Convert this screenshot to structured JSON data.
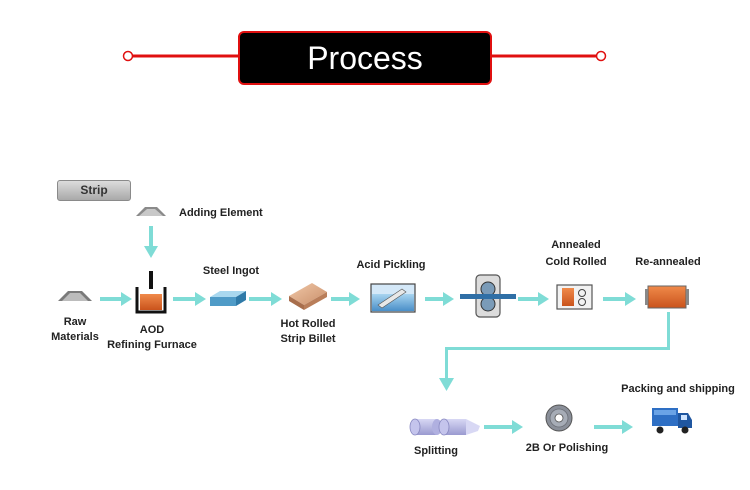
{
  "title": "Process",
  "strip_label": "Strip",
  "steps": {
    "adding_element": "Adding Element",
    "raw_materials": [
      "Raw",
      "Materials"
    ],
    "aod": [
      "AOD",
      "Refining Furnace"
    ],
    "steel_ingot": "Steel Ingot",
    "hot_rolled": [
      "Hot Rolled",
      "Strip Billet"
    ],
    "acid_pickling": "Acid Pickling",
    "annealed": [
      "Annealed",
      "Cold Rolled"
    ],
    "re_annealed": "Re-annealed",
    "splitting": "Splitting",
    "polishing": "2B Or Polishing",
    "packing": "Packing and shipping"
  },
  "colors": {
    "title_bg": "#000000",
    "title_border": "#e01010",
    "line_red": "#e01010",
    "arrow": "#7fdcd6"
  }
}
